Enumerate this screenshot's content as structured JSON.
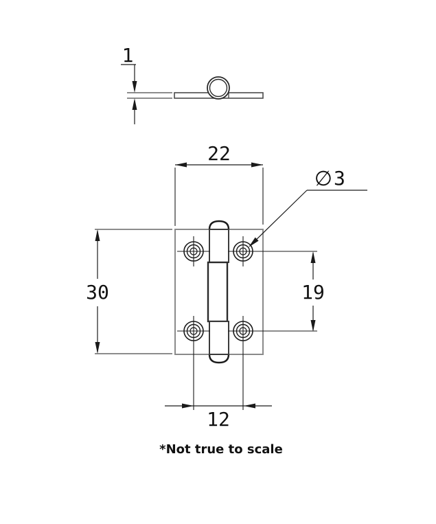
{
  "drawing": {
    "note": "*Not true to scale",
    "dimensions": {
      "thickness": "1",
      "overall_width": "22",
      "overall_height": "30",
      "hole_pitch_vertical": "19",
      "hole_pitch_horizontal": "12",
      "hole_diameter_symbol": "∅",
      "hole_diameter_value": "3"
    },
    "colors": {
      "line": "#1a1a1a",
      "body_outline": "#8a8a8a",
      "knuckle_outline": "#3a3a3a",
      "knuckle_mid_outline": "#2a2a2a"
    }
  }
}
